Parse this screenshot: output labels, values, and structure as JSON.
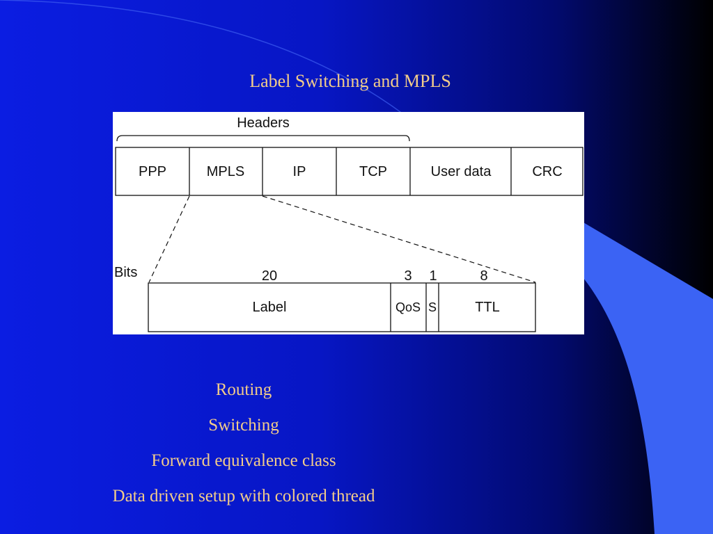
{
  "slide": {
    "title": "Label Switching and MPLS"
  },
  "diagram": {
    "headers_label": "Headers",
    "packet_fields": [
      "PPP",
      "MPLS",
      "IP",
      "TCP",
      "User data",
      "CRC"
    ],
    "bits_label": "Bits",
    "mpls_fields": [
      {
        "name": "Label",
        "bits": "20"
      },
      {
        "name": "QoS",
        "bits": "3"
      },
      {
        "name": "S",
        "bits": "1"
      },
      {
        "name": "TTL",
        "bits": "8"
      }
    ]
  },
  "bullets": [
    "Routing",
    "Switching",
    "Forward equivalence class",
    "Data driven setup with colored thread"
  ],
  "colors": {
    "background_left": "#0a1ad8",
    "background_right": "#000000",
    "accent_swoosh": "#3a62f5",
    "text": "#f2cc8a"
  }
}
